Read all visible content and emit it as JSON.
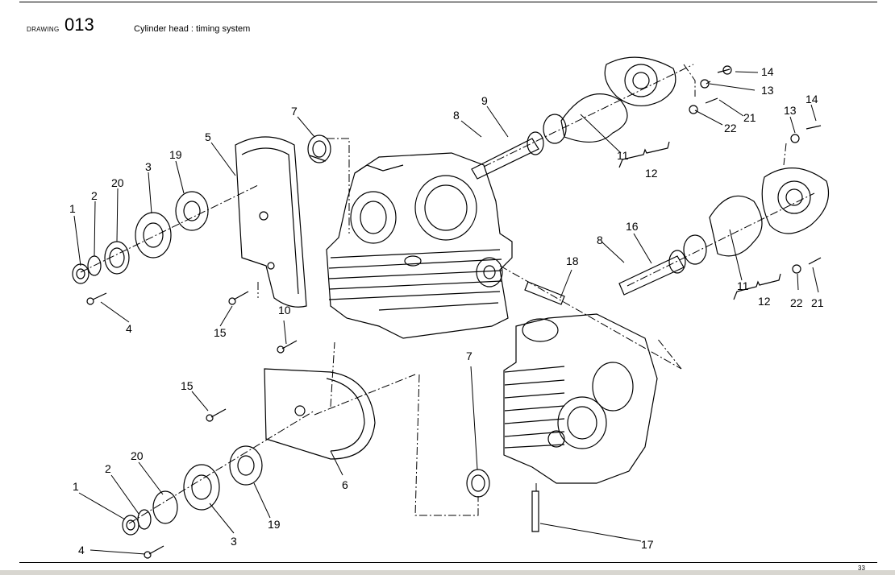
{
  "header": {
    "label": "DRAWING",
    "number": "013",
    "title": "Cylinder head : timing system"
  },
  "footer": {
    "page": "33"
  },
  "callouts": [
    "1",
    "2",
    "20",
    "3",
    "19",
    "5",
    "7",
    "4",
    "15",
    "10",
    "15",
    "6",
    "1",
    "2",
    "20",
    "3",
    "19",
    "4",
    "7",
    "17",
    "8",
    "9",
    "11",
    "12",
    "14",
    "13",
    "21",
    "22",
    "13",
    "14",
    "8",
    "16",
    "18",
    "11",
    "12",
    "22",
    "21"
  ]
}
